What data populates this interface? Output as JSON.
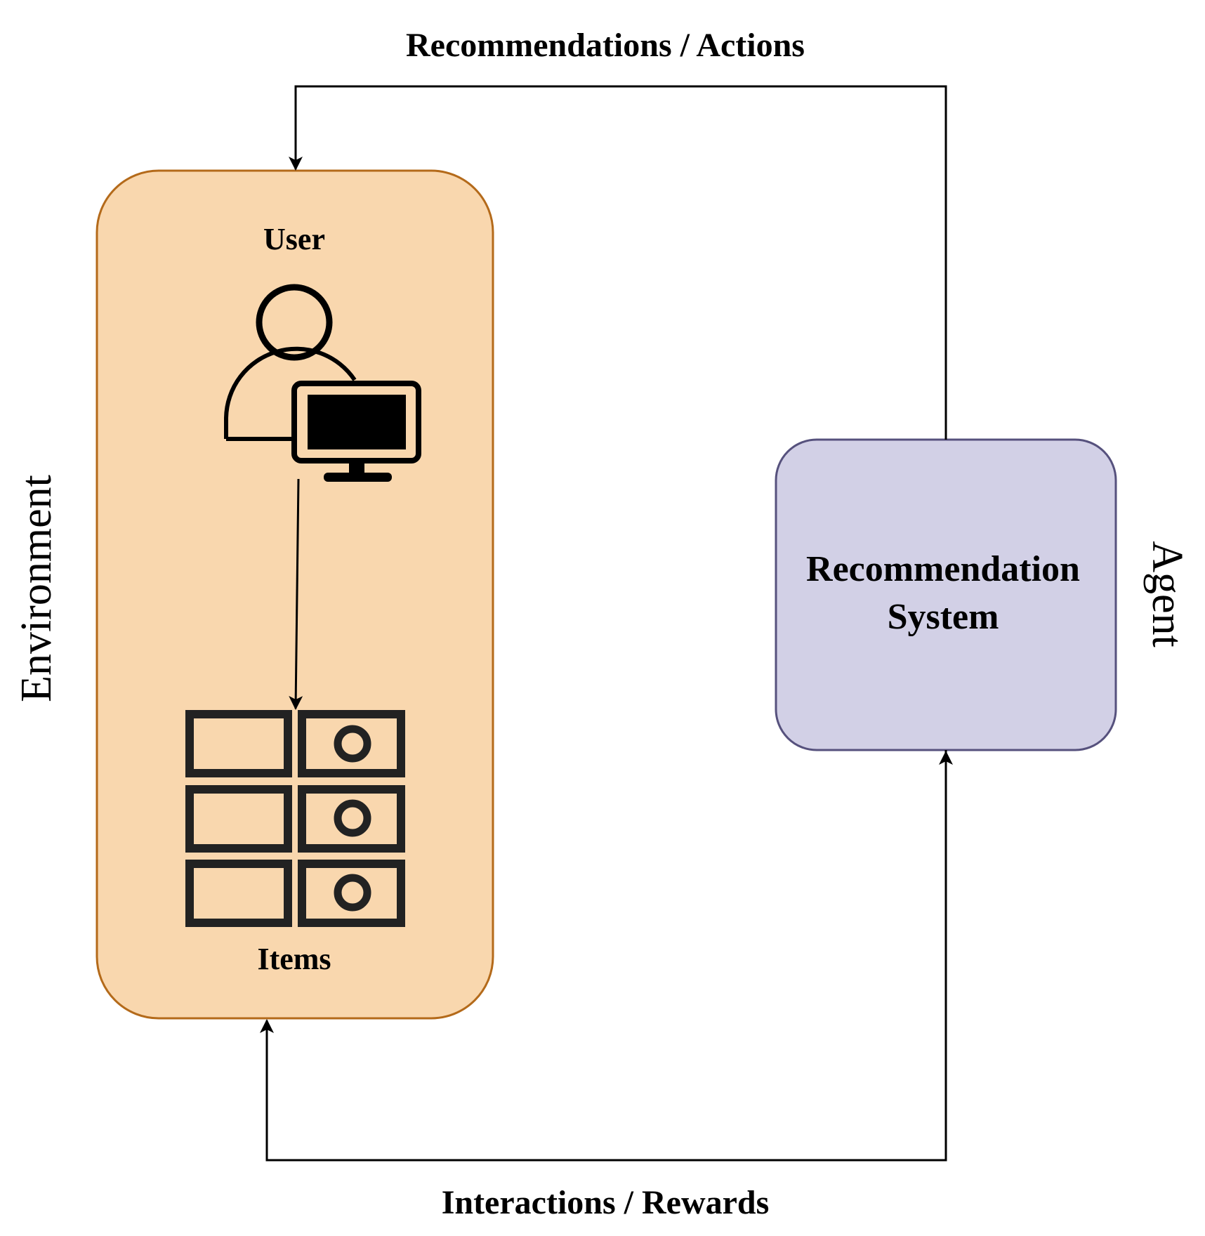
{
  "labels": {
    "top_edge": "Recommendations / Actions",
    "bottom_edge": "Interactions / Rewards",
    "environment": "Environment",
    "agent": "Agent",
    "user": "User",
    "items": "Items",
    "system_line1": "Recommendation",
    "system_line2": "System"
  },
  "icons": {
    "user": "user-at-computer-icon",
    "items": "item-catalog-grid-icon"
  },
  "colors": {
    "environment_fill": "#f9d7ae",
    "environment_border": "#b46a1a",
    "agent_fill": "#d2d0e6",
    "agent_border": "#56517d",
    "line": "#000000",
    "icon": "#000000"
  }
}
